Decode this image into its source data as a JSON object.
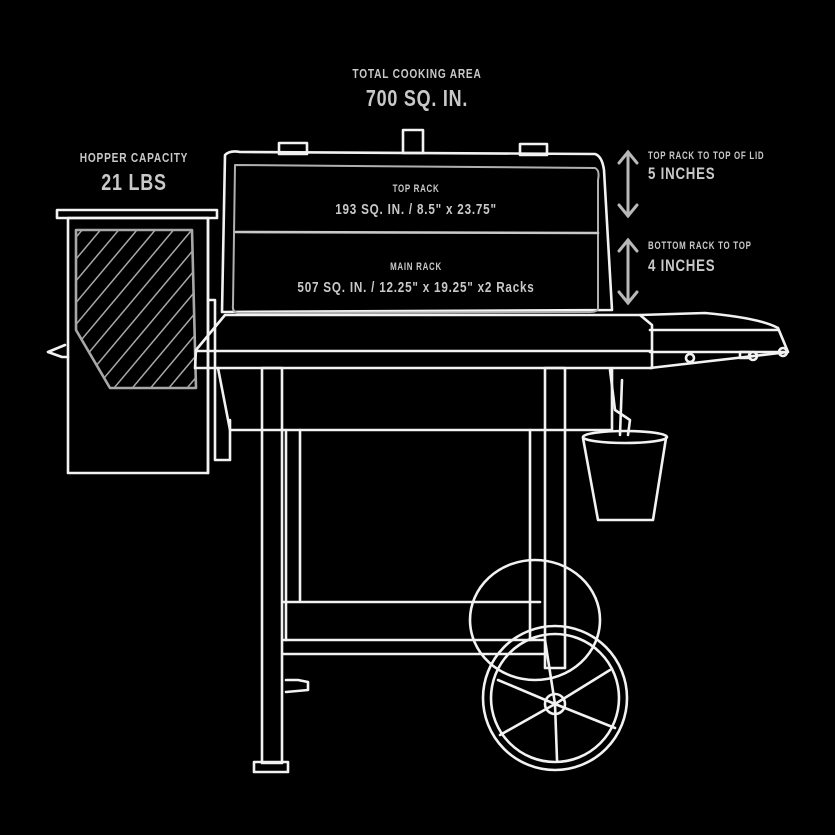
{
  "total_cooking_area": {
    "label": "TOTAL COOKING AREA",
    "value": "700 SQ. IN."
  },
  "hopper_capacity": {
    "label": "HOPPER CAPACITY",
    "value": "21 LBS"
  },
  "top_rack": {
    "label": "TOP RACK",
    "value": "193 SQ. IN. / 8.5\" x 23.75\""
  },
  "main_rack": {
    "label": "MAIN RACK",
    "value": "507 SQ. IN. / 12.25\" x 19.25\" x2 Racks"
  },
  "top_rack_to_lid": {
    "label": "TOP RACK TO TOP OF LID",
    "value": "5 INCHES"
  },
  "bottom_rack_to_top": {
    "label": "BOTTOM RACK TO TOP",
    "value": "4 INCHES"
  },
  "colors": {
    "background": "#000000",
    "line": "#f2f2f2",
    "text": "#c9c9c9",
    "accent_line": "#9a9a9a"
  }
}
